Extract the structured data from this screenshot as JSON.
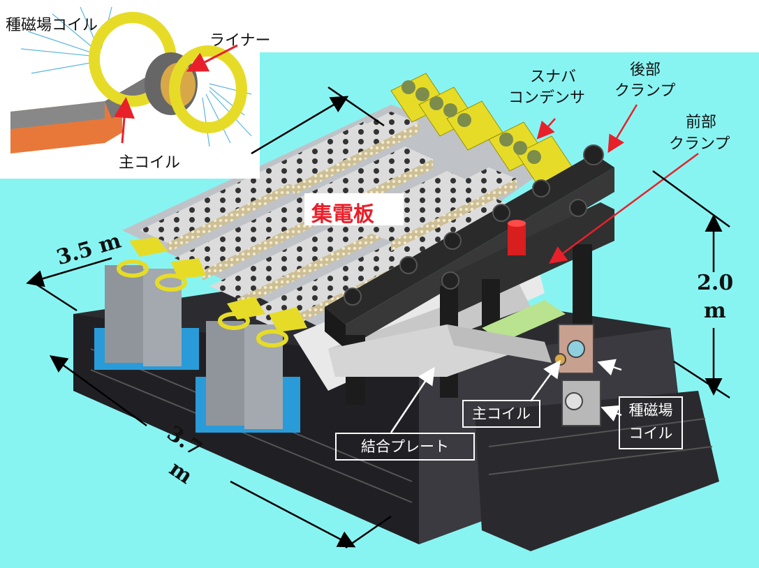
{
  "colors": {
    "background": "#88f4f2",
    "inset_background": "#ffffff",
    "highlight_label": "#e8202a",
    "pointer_arrow": "#e8202a",
    "coil_yellow": "#e6dc28",
    "base_dark": "#2c2c30",
    "capacitor_blue": "#2a9bd9"
  },
  "inset": {
    "seed_coil_label": "種磁場コイル",
    "liner_label": "ライナー",
    "main_coil_label": "主コイル"
  },
  "labels": {
    "snubber_capacitor_line1": "スナバ",
    "snubber_capacitor_line2": "コンデンサ",
    "rear_clamp_line1": "後部",
    "rear_clamp_line2": "クランプ",
    "front_clamp_line1": "前部",
    "front_clamp_line2": "クランプ",
    "collector_plate": "集電板",
    "main_coil": "主コイル",
    "coupling_plate": "結合プレート",
    "seed_coil_line1": "種磁場",
    "seed_coil_line2": "コイル"
  },
  "dimensions": {
    "width_line1": "3.5 m",
    "length_line1": "3.7",
    "length_line2": "m",
    "height_line1": "2.0",
    "height_line2": "m"
  },
  "icons": [
    "inset-coil-diagram",
    "capacitor-bank-icon"
  ]
}
